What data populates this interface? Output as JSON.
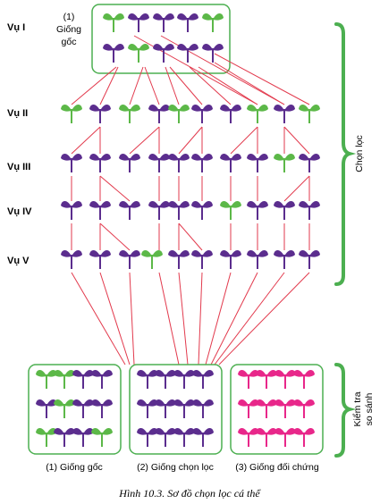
{
  "seasons": [
    "Vụ I",
    "Vụ II",
    "Vụ III",
    "Vụ IV",
    "Vụ V"
  ],
  "top_box_label_line1": "(1)",
  "top_box_label_line2": "Giống",
  "top_box_label_line3": "gốc",
  "side_label_selection": "Chọn lọc",
  "side_label_test_line1": "Kiểm tra",
  "side_label_test_line2": "so sánh",
  "bottom_boxes": [
    {
      "label": "(1) Giống gốc"
    },
    {
      "label": "(2) Giống chọn lọc"
    },
    {
      "label": "(3) Giống đối chứng"
    }
  ],
  "caption": "Hình 10.3. Sơ đồ chọn lọc cá thể",
  "colors": {
    "purple_plant": "#5b2d8e",
    "green_plant": "#5cb848",
    "pink_plant": "#e8278a",
    "stem": "#5b2d8e",
    "link_line": "#e23a4d",
    "box_border": "#4caf50",
    "bracket": "#4caf50"
  }
}
